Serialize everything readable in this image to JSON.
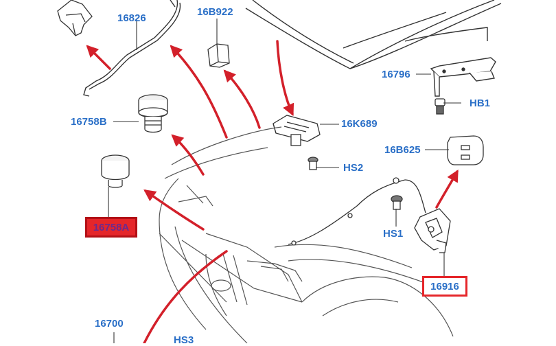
{
  "labels": {
    "p16826": "16826",
    "p16B922": "16B922",
    "p16796": "16796",
    "pHB1": "HB1",
    "p16758B": "16758B",
    "p16K689": "16K689",
    "p16B625": "16B625",
    "pHS2": "HS2",
    "p16758A": "16758A",
    "pHS1": "HS1",
    "p16916": "16916",
    "p16700": "16700",
    "pHS3": "HS3"
  },
  "highlighted_parts": [
    "16758A",
    "16916"
  ],
  "colors": {
    "label_text": "#2a6fc7",
    "arrow_red": "#d3202a",
    "highlight_fill": "#e5262a",
    "line_art": "#333333"
  }
}
